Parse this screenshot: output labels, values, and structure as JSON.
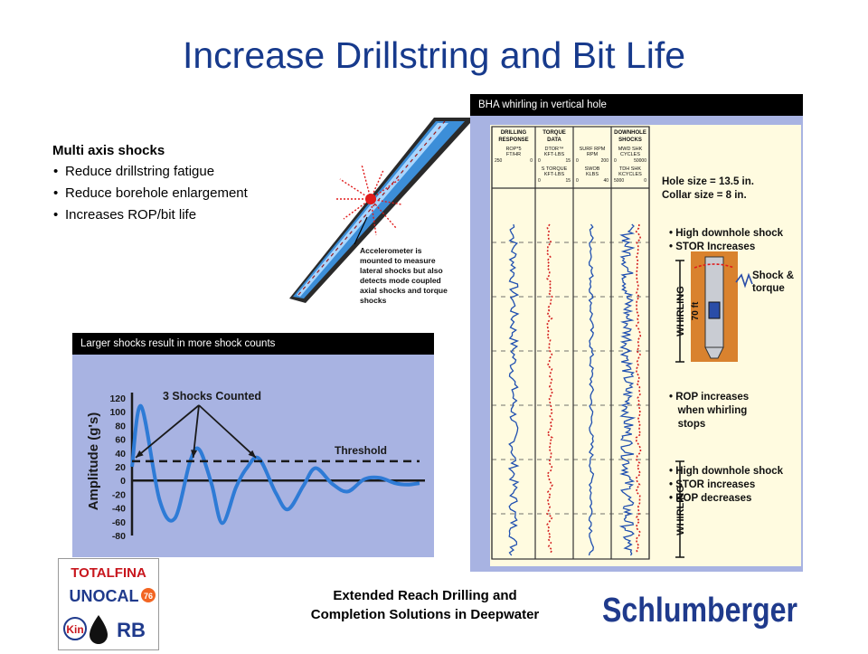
{
  "title": "Increase Drillstring and Bit Life",
  "bullets": {
    "heading": "Multi axis shocks",
    "items": [
      "Reduce drillstring fatigue",
      "Reduce borehole enlargement",
      "Increases ROP/bit life"
    ]
  },
  "pipe_figure": {
    "callout": [
      "Accelerometer is",
      "mounted to measure",
      "lateral shocks but also",
      "detects mode coupled",
      "axial shocks and torque",
      "shocks"
    ]
  },
  "shock_panel": {
    "caption": "Larger shocks result in more shock counts",
    "annotation": "3 Shocks Counted",
    "threshold_label": "Threshold",
    "chart_data": {
      "type": "line",
      "title": "",
      "xlabel": "",
      "ylabel": "Amplitude (g's)",
      "ylim": [
        -80,
        120
      ],
      "y_ticks": [
        120,
        100,
        80,
        60,
        40,
        20,
        0,
        -20,
        -40,
        -60,
        -80
      ],
      "threshold": 28,
      "shocks_counted": 3,
      "series": [
        {
          "points": [
            [
              0,
              20
            ],
            [
              0.3,
              108
            ],
            [
              0.9,
              -28
            ],
            [
              1.4,
              -55
            ],
            [
              1.9,
              28
            ],
            [
              2.2,
              45
            ],
            [
              2.6,
              -5
            ],
            [
              2.95,
              -62
            ],
            [
              3.4,
              -10
            ],
            [
              3.75,
              18
            ],
            [
              4.15,
              32
            ],
            [
              4.7,
              -18
            ],
            [
              5.1,
              -42
            ],
            [
              5.6,
              -8
            ],
            [
              6.0,
              18
            ],
            [
              6.55,
              -5
            ],
            [
              7.05,
              -16
            ],
            [
              7.6,
              2
            ],
            [
              8.1,
              4
            ],
            [
              8.6,
              -4
            ],
            [
              9.0,
              -6
            ],
            [
              9.4,
              -4
            ]
          ]
        }
      ]
    }
  },
  "bha_panel": {
    "caption": "BHA whirling in vertical hole",
    "track_headers": [
      {
        "title": [
          "DRILLING",
          "RESPONSE"
        ],
        "sub": [
          {
            "label": [
              "ROP*5",
              "FT/HR"
            ],
            "left": "250",
            "right": "0"
          }
        ]
      },
      {
        "title": [
          "TORQUE",
          "DATA"
        ],
        "sub": [
          {
            "label": [
              "DTOR™",
              "KFT-LBS"
            ],
            "left": "0",
            "right": "15"
          },
          {
            "label": [
              "S TORQUE",
              "KFT-LBS"
            ],
            "left": "0",
            "right": "15"
          }
        ]
      },
      {
        "title": [
          "",
          ""
        ],
        "sub": [
          {
            "label": [
              "SURF RPM",
              "RPM"
            ],
            "left": "0",
            "right": "200"
          },
          {
            "label": [
              "SWOB",
              "KLBS"
            ],
            "left": "0",
            "right": "40"
          }
        ]
      },
      {
        "title": [
          "DOWNHOLE",
          "SHOCKS"
        ],
        "sub": [
          {
            "label": [
              "MWD SHK",
              "CYCLES"
            ],
            "left": "0",
            "right": "50000"
          },
          {
            "label": [
              "TDH SHK",
              "KCYCLES"
            ],
            "left": "5000",
            "right": "0"
          }
        ]
      }
    ],
    "hole_size": "Hole size = 13.5 in.",
    "collar_size": "Collar size = 8 in.",
    "notes_top": [
      "• High downhole shock",
      "• STOR Increases"
    ],
    "shock_torque": [
      "Shock &",
      "torque"
    ],
    "whirling_label": "WHIRLING",
    "length_label": "70 ft",
    "notes_mid": [
      "• ROP increases",
      "   when whirling",
      "   stops"
    ],
    "notes_bottom": [
      "• High downhole shock",
      "• STOR increases",
      "• ROP decreases"
    ]
  },
  "footer": {
    "line1": "Extended Reach Drilling and",
    "line2": "Completion Solutions in Deepwater"
  },
  "logos": {
    "totalfina": "TOTALFINA",
    "unocal": "UNOCAL",
    "unocal_num": "76",
    "rb": "RB",
    "kin": "Kin"
  },
  "brand": "Schlumberger",
  "colors": {
    "title": "#173a8c",
    "panel": "#a8b3e2",
    "wave": "#2e7bd6",
    "log_blue": "#1f4fb0",
    "log_red": "#d42020"
  }
}
